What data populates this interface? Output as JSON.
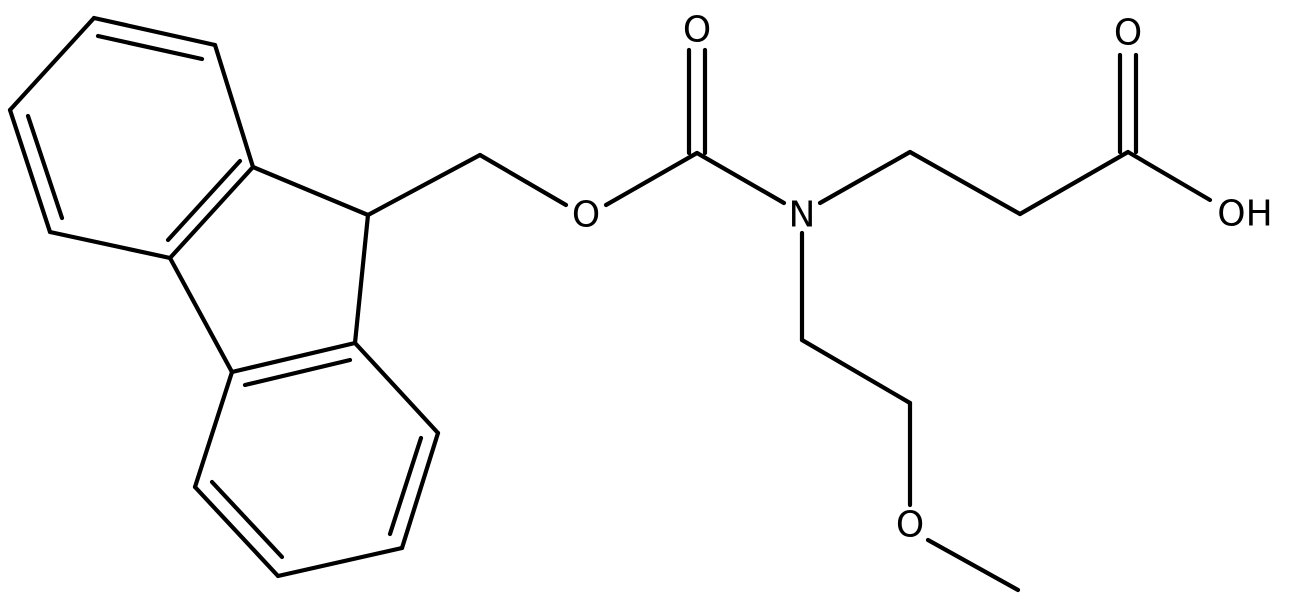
{
  "molecule": {
    "atoms": {
      "o_carbonyl": "O",
      "o_ester": "O",
      "n_amide": "N",
      "o_acid": "O",
      "oh_acid": "OH",
      "o_ether": "O"
    }
  },
  "colors": {
    "bond": "#000000",
    "background": "#ffffff"
  }
}
